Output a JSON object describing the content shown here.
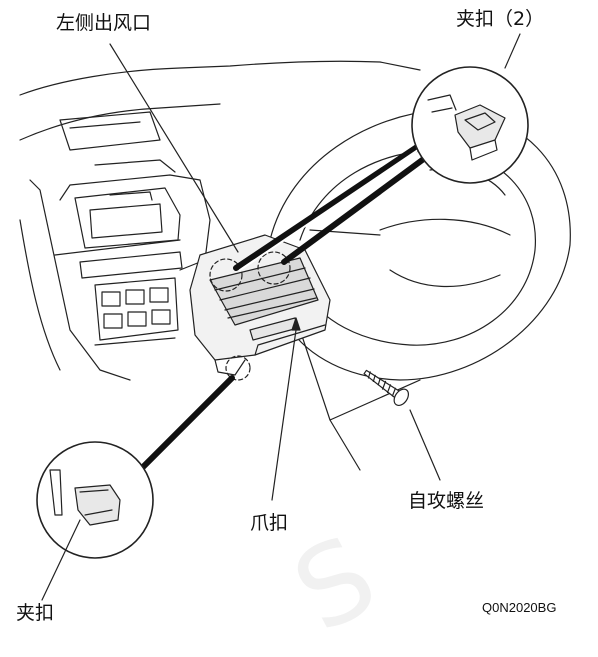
{
  "labels": {
    "left_vent": "左侧出风口",
    "clip_top": "夹扣（2）",
    "screw": "自攻螺丝",
    "claw": "爪扣",
    "clip_bottom": "夹扣"
  },
  "figure_code": "Q0N2020BG",
  "watermark": "S"
}
